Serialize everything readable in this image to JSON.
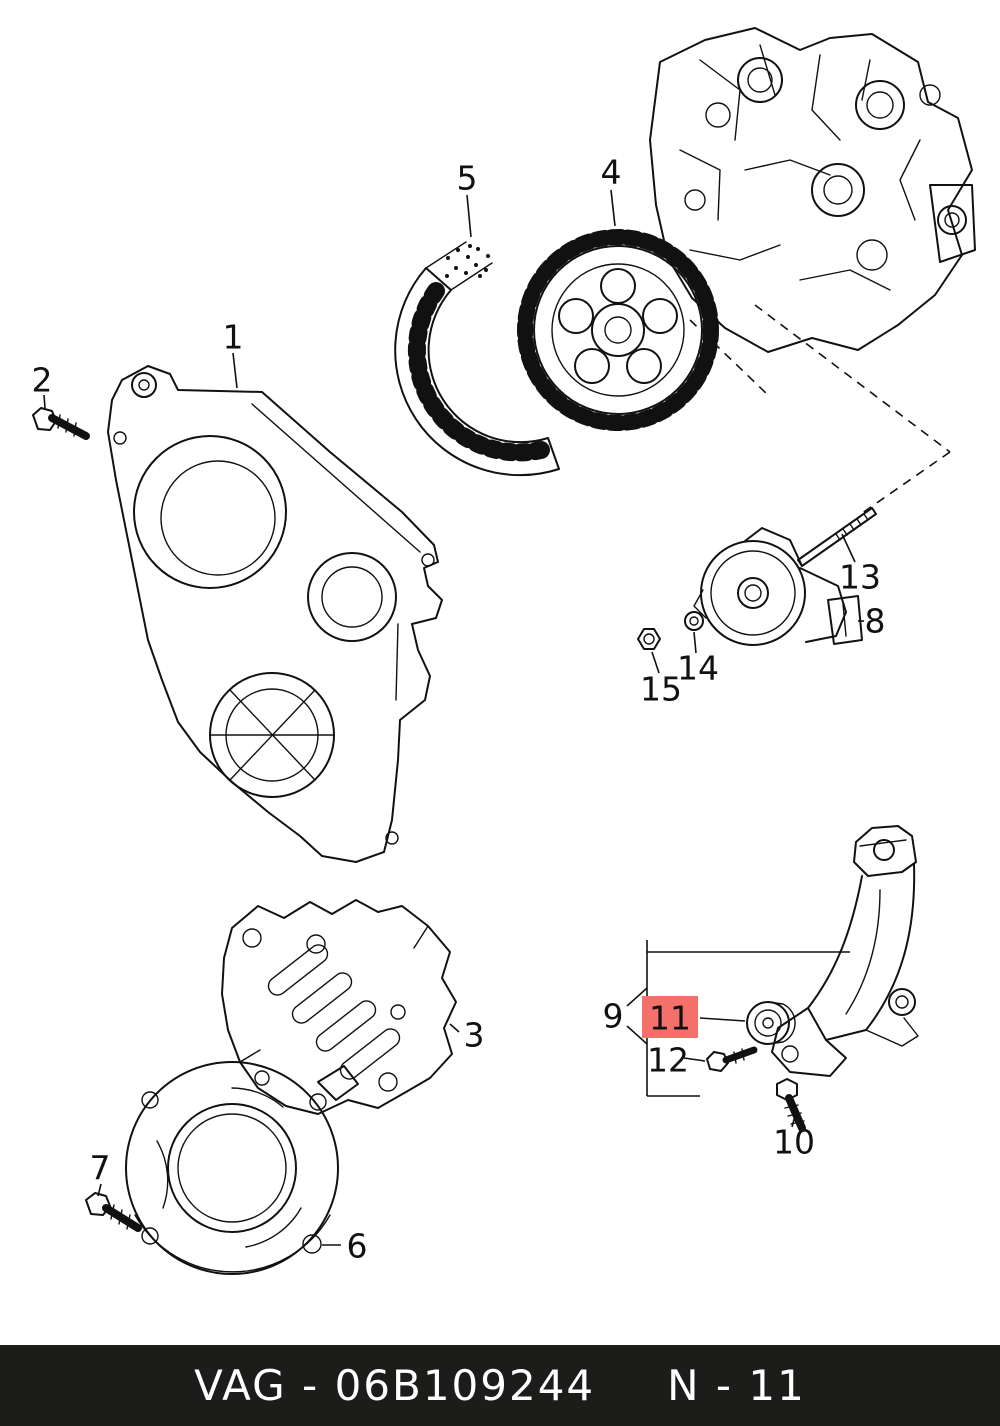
{
  "footer": {
    "catalog_label": "VAG - 06B109244",
    "section_label": "N - 11",
    "bg_color": "#1c1c1a",
    "text_color": "#ffffff"
  },
  "highlight": {
    "color": "#f4716b",
    "highlighted_part": "11"
  },
  "diagram": {
    "background": "#ffffff",
    "line_color": "#111111",
    "description_names": {
      "part_group": "timing-belt-and-covers-exploded-view"
    }
  },
  "callouts": [
    {
      "label": "1"
    },
    {
      "label": "2"
    },
    {
      "label": "3"
    },
    {
      "label": "4"
    },
    {
      "label": "5"
    },
    {
      "label": "6"
    },
    {
      "label": "7"
    },
    {
      "label": "8"
    },
    {
      "label": "9"
    },
    {
      "label": "10"
    },
    {
      "label": "11"
    },
    {
      "label": "12"
    },
    {
      "label": "13"
    },
    {
      "label": "14"
    },
    {
      "label": "15"
    }
  ]
}
